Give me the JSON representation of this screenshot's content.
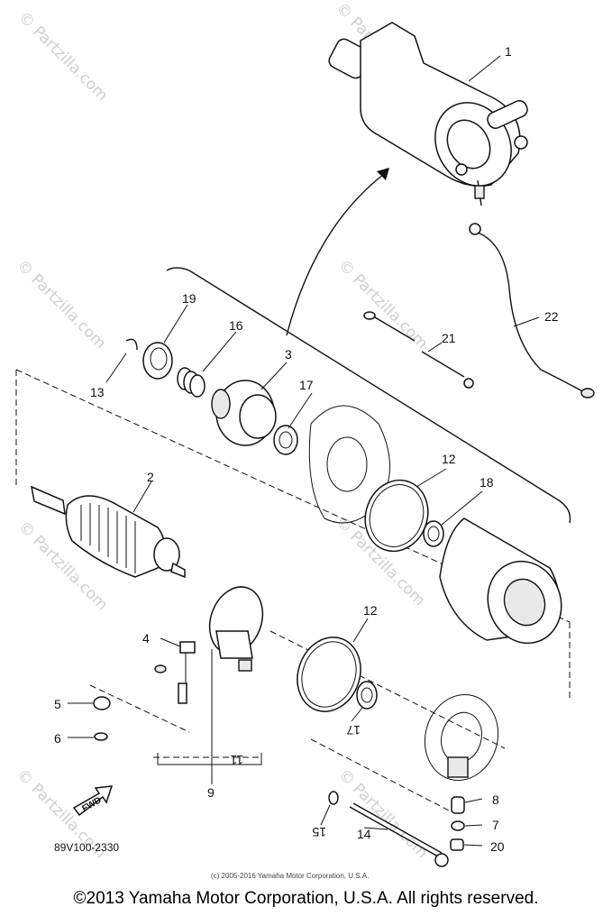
{
  "diagram": {
    "callouts": [
      {
        "id": "p1",
        "label": "1"
      },
      {
        "id": "p2",
        "label": "2"
      },
      {
        "id": "p3",
        "label": "3"
      },
      {
        "id": "p4",
        "label": "4"
      },
      {
        "id": "p5",
        "label": "5"
      },
      {
        "id": "p6",
        "label": "6"
      },
      {
        "id": "p7",
        "label": "7"
      },
      {
        "id": "p8",
        "label": "8"
      },
      {
        "id": "p9",
        "label": "9"
      },
      {
        "id": "p11",
        "label": "11"
      },
      {
        "id": "p12a",
        "label": "12"
      },
      {
        "id": "p12b",
        "label": "12"
      },
      {
        "id": "p13",
        "label": "13"
      },
      {
        "id": "p14",
        "label": "14"
      },
      {
        "id": "p15",
        "label": "15"
      },
      {
        "id": "p16",
        "label": "16"
      },
      {
        "id": "p17a",
        "label": "17"
      },
      {
        "id": "p17b",
        "label": "17"
      },
      {
        "id": "p18",
        "label": "18"
      },
      {
        "id": "p19",
        "label": "19"
      },
      {
        "id": "p20",
        "label": "20"
      },
      {
        "id": "p21",
        "label": "21"
      },
      {
        "id": "p22",
        "label": "22"
      }
    ],
    "fwd_label": "FWD",
    "diagram_code": "89V100-2330",
    "inner_copyright": "(c) 2005-2016 Yamaha Motor Corporation, U.S.A.",
    "watermark": "© Partzilla.com",
    "line_color": "#111111",
    "watermark_color": "#cfcfcf"
  },
  "footer": {
    "copyright": "©2013 Yamaha Motor Corporation, U.S.A. All rights reserved."
  }
}
